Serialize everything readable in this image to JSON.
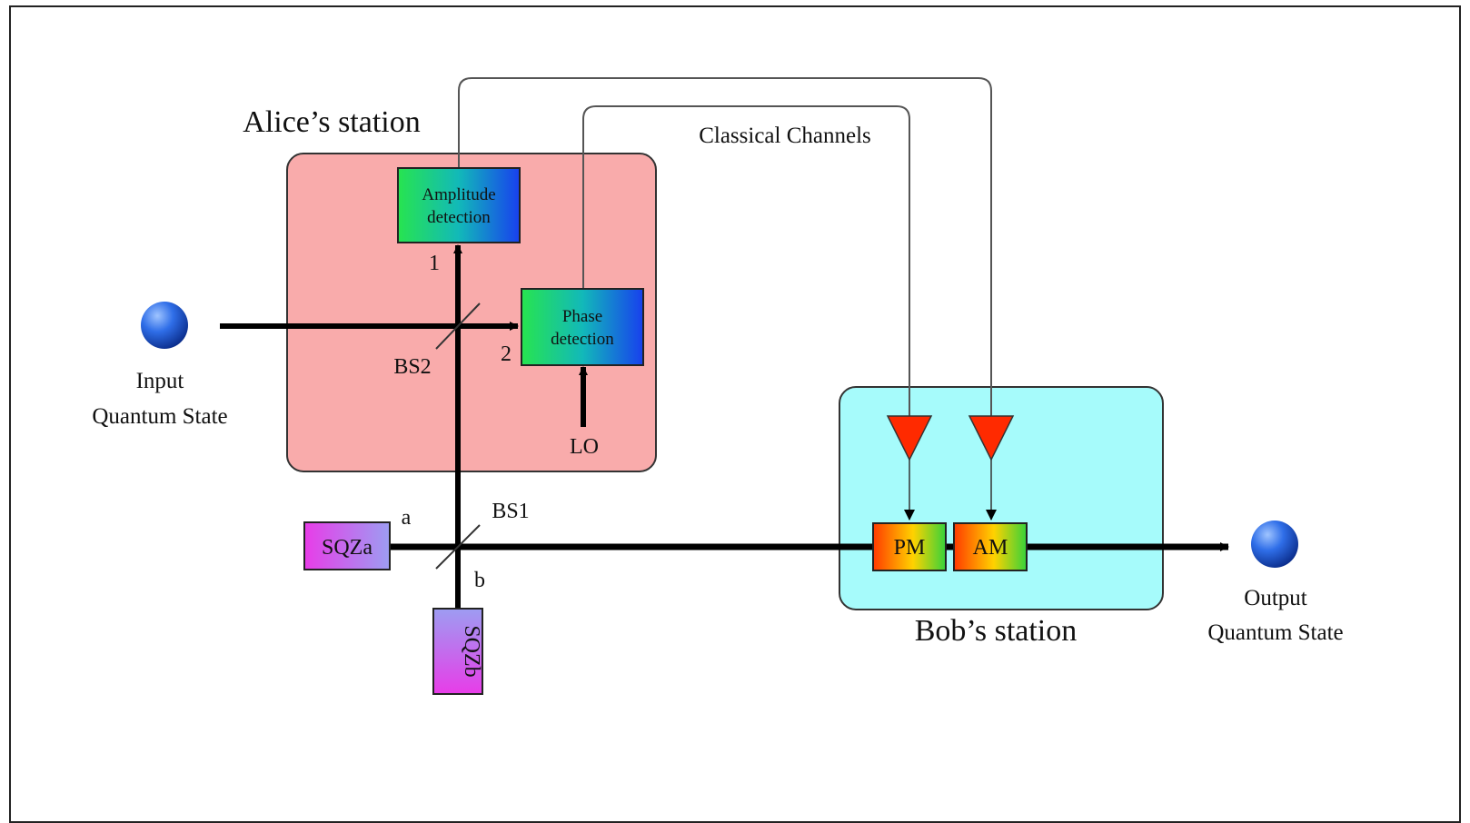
{
  "stations": {
    "alice": "Alice’s station",
    "bob": "Bob’s station"
  },
  "channels": {
    "label": "Classical Channels"
  },
  "detectors": {
    "amplitude": [
      "Amplitude",
      "detection"
    ],
    "phase": [
      "Phase",
      "detection"
    ]
  },
  "ports": {
    "one": "1",
    "two": "2",
    "a": "a",
    "b": "b"
  },
  "splitters": {
    "bs1": "BS1",
    "bs2": "BS2"
  },
  "oscillator": "LO",
  "squeezers": {
    "a": "SQZa",
    "b": "SQZb"
  },
  "modulators": {
    "pm": "PM",
    "am": "AM"
  },
  "input": [
    "Input",
    "Quantum State"
  ],
  "output": [
    "Output",
    "Quantum State"
  ],
  "colors": {
    "alice_box": "#f9abab",
    "bob_box": "#a6fbfb",
    "amplifier": "#ff2a00",
    "sphere": "#1b5fd6"
  }
}
